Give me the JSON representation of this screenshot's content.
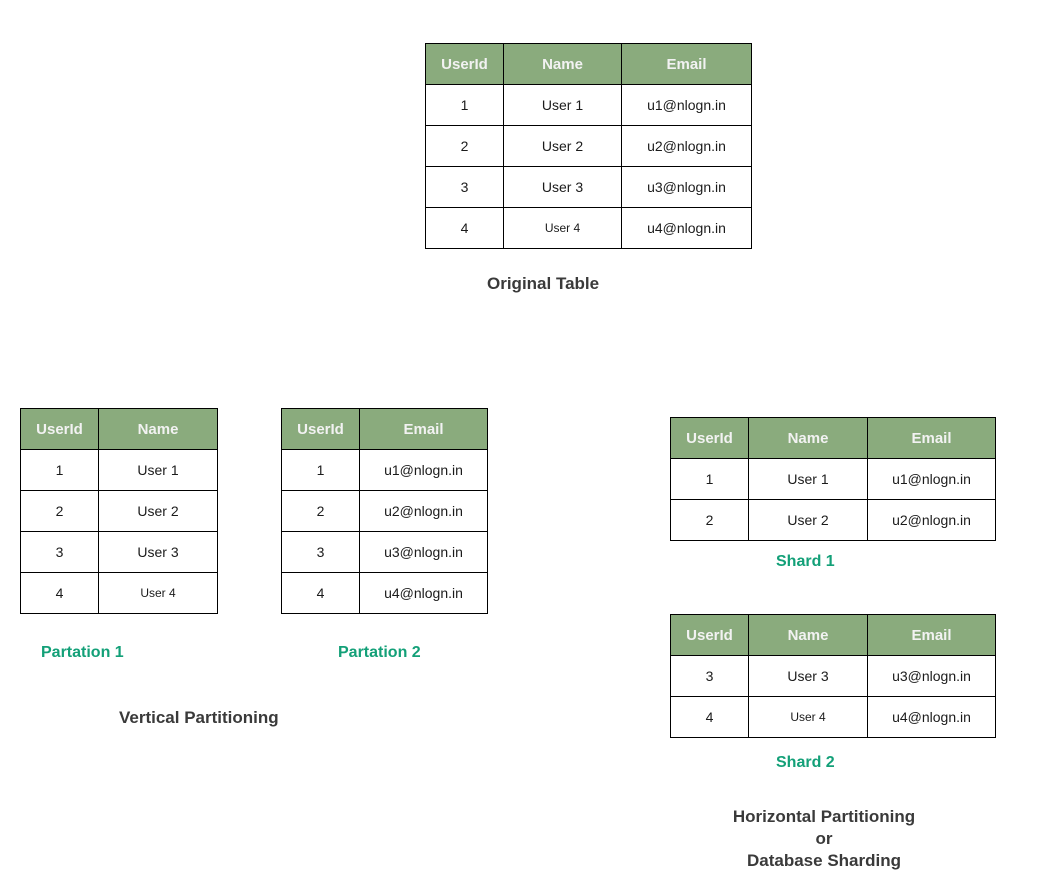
{
  "colors": {
    "header_bg": "#8aab7d",
    "header_text": "#f2f2f2",
    "border": "#000000",
    "cell_text": "#1b1b1b",
    "caption_dark": "#3a3a3a",
    "caption_green": "#13a078"
  },
  "tables": {
    "original": {
      "headers": [
        "UserId",
        "Name",
        "Email"
      ],
      "rows": [
        [
          "1",
          "User 1",
          "u1@nlogn.in"
        ],
        [
          "2",
          "User 2",
          "u2@nlogn.in"
        ],
        [
          "3",
          "User 3",
          "u3@nlogn.in"
        ],
        [
          "4",
          "User 4",
          "u4@nlogn.in"
        ]
      ],
      "caption": "Original Table"
    },
    "partition1": {
      "headers": [
        "UserId",
        "Name"
      ],
      "rows": [
        [
          "1",
          "User 1"
        ],
        [
          "2",
          "User 2"
        ],
        [
          "3",
          "User 3"
        ],
        [
          "4",
          "User 4"
        ]
      ],
      "caption": "Partation 1"
    },
    "partition2": {
      "headers": [
        "UserId",
        "Email"
      ],
      "rows": [
        [
          "1",
          "u1@nlogn.in"
        ],
        [
          "2",
          "u2@nlogn.in"
        ],
        [
          "3",
          "u3@nlogn.in"
        ],
        [
          "4",
          "u4@nlogn.in"
        ]
      ],
      "caption": "Partation 2"
    },
    "shard1": {
      "headers": [
        "UserId",
        "Name",
        "Email"
      ],
      "rows": [
        [
          "1",
          "User 1",
          "u1@nlogn.in"
        ],
        [
          "2",
          "User 2",
          "u2@nlogn.in"
        ]
      ],
      "caption": "Shard 1"
    },
    "shard2": {
      "headers": [
        "UserId",
        "Name",
        "Email"
      ],
      "rows": [
        [
          "3",
          "User 3",
          "u3@nlogn.in"
        ],
        [
          "4",
          "User 4",
          "u4@nlogn.in"
        ]
      ],
      "caption": "Shard 2"
    }
  },
  "labels": {
    "vertical": "Vertical Partitioning",
    "horizontal_line1": "Horizontal Partitioning",
    "horizontal_line2": "or",
    "horizontal_line3": "Database Sharding"
  },
  "small_text_cells": [
    "User 4"
  ]
}
